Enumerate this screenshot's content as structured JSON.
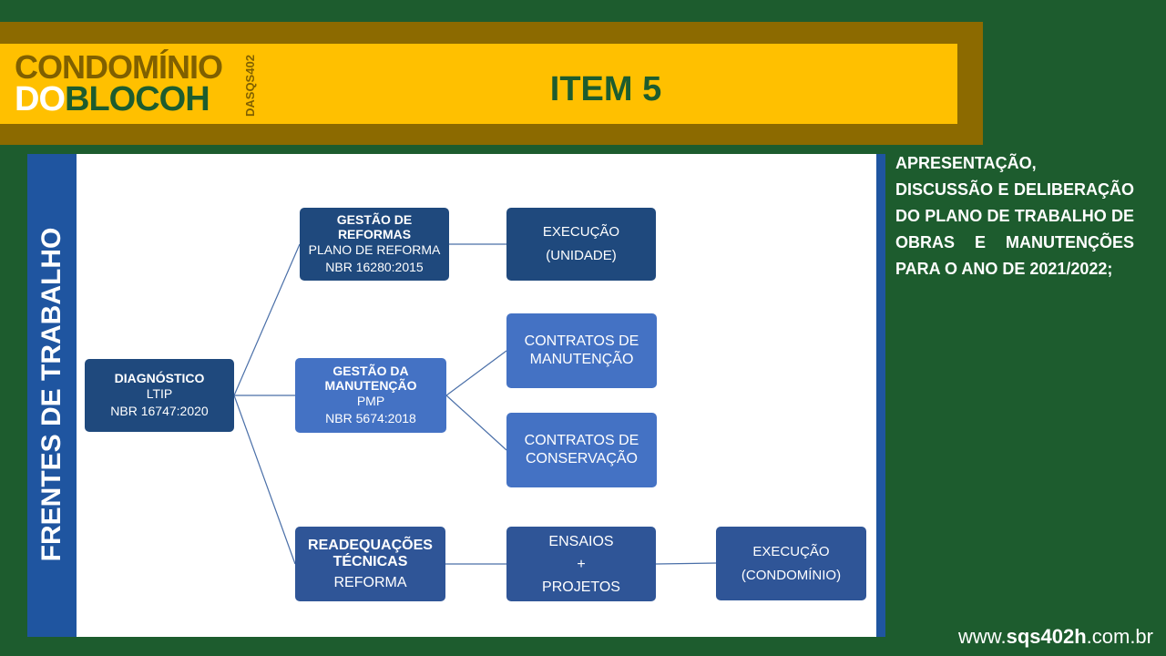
{
  "header": {
    "logo": {
      "line1": "CONDOMÍNIO",
      "line2_a": "DO",
      "line2_b": "BLOCOH",
      "side": "DASQS402"
    },
    "title": "ITEM 5"
  },
  "side_label": "FRENTES DE TRABALHO",
  "nodes": {
    "diagnostico": {
      "title": "DIAGNÓSTICO",
      "l1": "LTIP",
      "l2": "NBR 16747:2020"
    },
    "reformas": {
      "title": "GESTÃO DE REFORMAS",
      "l1": "PLANO DE REFORMA",
      "l2": "NBR 16280:2015"
    },
    "execucao_unidade": {
      "l1": "EXECUÇÃO",
      "l2": "(UNIDADE)"
    },
    "manutencao": {
      "title": "GESTÃO DA MANUTENÇÃO",
      "l1": "PMP",
      "l2": "NBR 5674:2018"
    },
    "contratos_manutencao": {
      "l1": "CONTRATOS DE MANUTENÇÃO"
    },
    "contratos_conservacao": {
      "l1": "CONTRATOS DE CONSERVAÇÃO"
    },
    "readequacoes": {
      "title": "READEQUAÇÕES TÉCNICAS",
      "l1": "REFORMA"
    },
    "ensaios": {
      "l1": "ENSAIOS",
      "l2": "+",
      "l3": "PROJETOS"
    },
    "execucao_condominio": {
      "l1": "EXECUÇÃO",
      "l2": "(CONDOMÍNIO)"
    }
  },
  "description": "APRESENTAÇÃO, DISCUSSÃO E DELIBERAÇÃO DO PLANO DE TRABALHO DE OBRAS E MANUTENÇÕES PARA O ANO DE 2021/2022;",
  "footer": {
    "prefix": "www.",
    "bold": "sqs402h",
    "suffix": ".com.br"
  },
  "colors": {
    "background": "#1d5c2e",
    "gold": "#ffc000",
    "dark_gold": "#8c6a00",
    "side_blue": "#1f55a0",
    "node_dark": "#1f497d",
    "node_mid": "#4472c4",
    "node_slate": "#2f5597"
  }
}
